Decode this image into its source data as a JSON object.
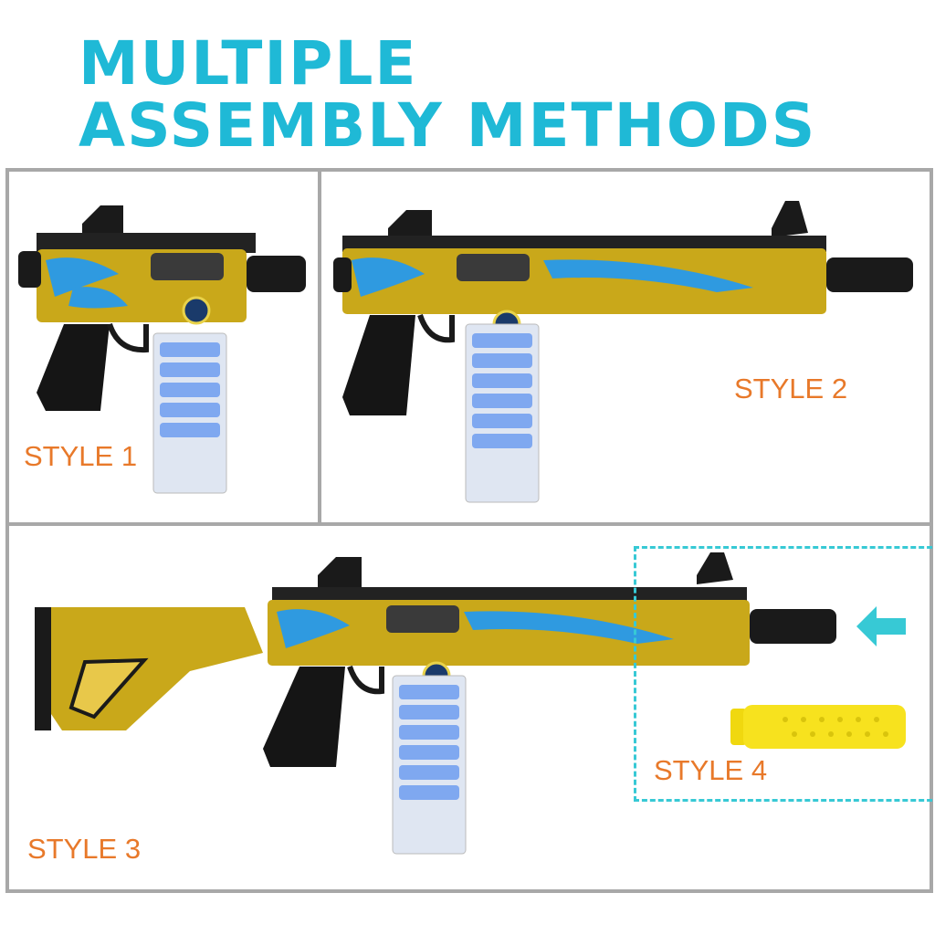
{
  "headline": {
    "line1": "MULTIPLE",
    "line2": "ASSEMBLY  METHODS"
  },
  "styles": {
    "style1": "STYLE 1",
    "style2": "STYLE 2",
    "style3": "STYLE 3",
    "style4": "STYLE 4"
  },
  "colors": {
    "headline": "#1fb9d6",
    "label": "#e8792a",
    "frame": "#a8a8a8",
    "dashed_box": "#37c9d5",
    "arrow": "#37c9d5",
    "gun_body": "#c9a81a",
    "camo": "#2f9ae0",
    "magazine": "#7fa8f0",
    "attachment": "#f7e21e"
  },
  "icons": {
    "arrow": "arrow-left-icon"
  }
}
